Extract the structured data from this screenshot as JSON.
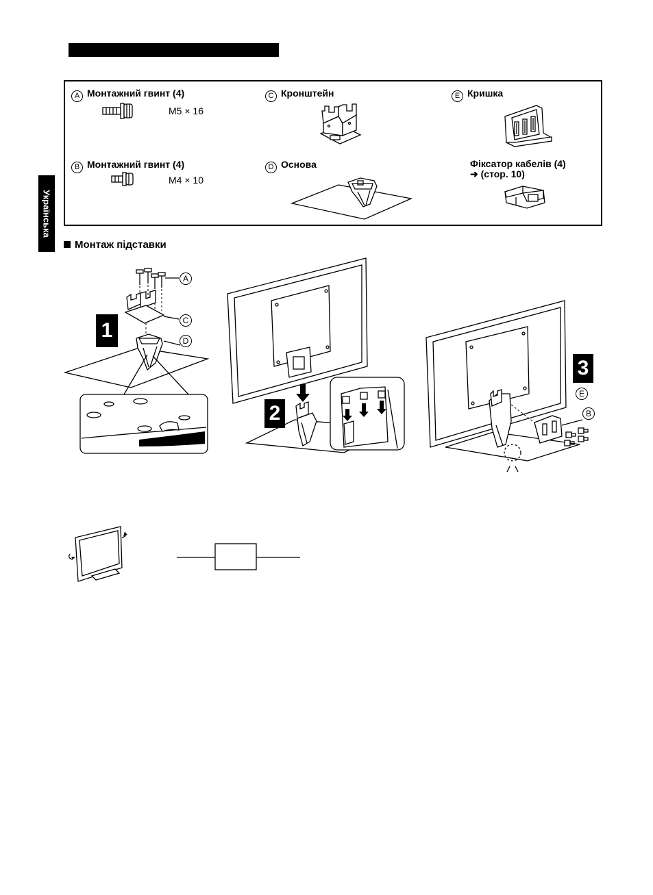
{
  "side_tab": "Українська",
  "parts": [
    {
      "letter": "A",
      "label": "Монтажний гвинт (4)",
      "size": "M5 × 16",
      "icon": "screw-icon"
    },
    {
      "letter": "B",
      "label": "Монтажний гвинт (4)",
      "size": "M4 × 10",
      "icon": "screw-icon"
    },
    {
      "letter": "C",
      "label": "Кронштейн",
      "icon": "bracket-icon"
    },
    {
      "letter": "D",
      "label": "Основа",
      "icon": "base-icon"
    },
    {
      "letter": "E",
      "label": "Кришка",
      "icon": "cover-icon"
    },
    {
      "letter": "",
      "label": "Фіксатор кабелів (4)",
      "ref": "(стор. 10)",
      "icon": "cable-clamp-icon"
    }
  ],
  "section_title": "Монтаж підставки",
  "steps": [
    "1",
    "2",
    "3"
  ],
  "callouts": {
    "step1": [
      "A",
      "C",
      "D"
    ],
    "step3": [
      "E",
      "B"
    ]
  },
  "colors": {
    "ink": "#000000",
    "paper": "#ffffff"
  }
}
